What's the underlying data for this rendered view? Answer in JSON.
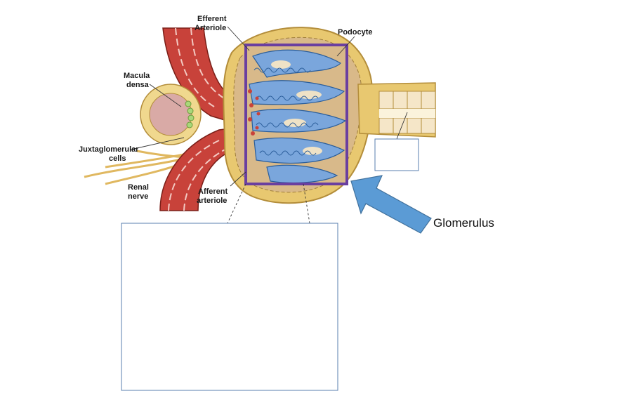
{
  "labels": {
    "efferent": [
      "Efferent",
      "Arteriole"
    ],
    "podocyte": "Podocyte",
    "macula": [
      "Macula",
      "densa"
    ],
    "juxta": [
      "Juxtaglomerular",
      "cells"
    ],
    "renal": [
      "Renal",
      "nerve"
    ],
    "afferent": [
      "Afferent",
      "arteriole"
    ],
    "glomerulus": "Glomerulus"
  },
  "colors": {
    "highlight_box": "#6a3fa0",
    "pointer_arrow": "#5b9bd5",
    "capillary": "#7aa6dc",
    "capsule": "#e8c870",
    "vessel": "#c8423a"
  }
}
